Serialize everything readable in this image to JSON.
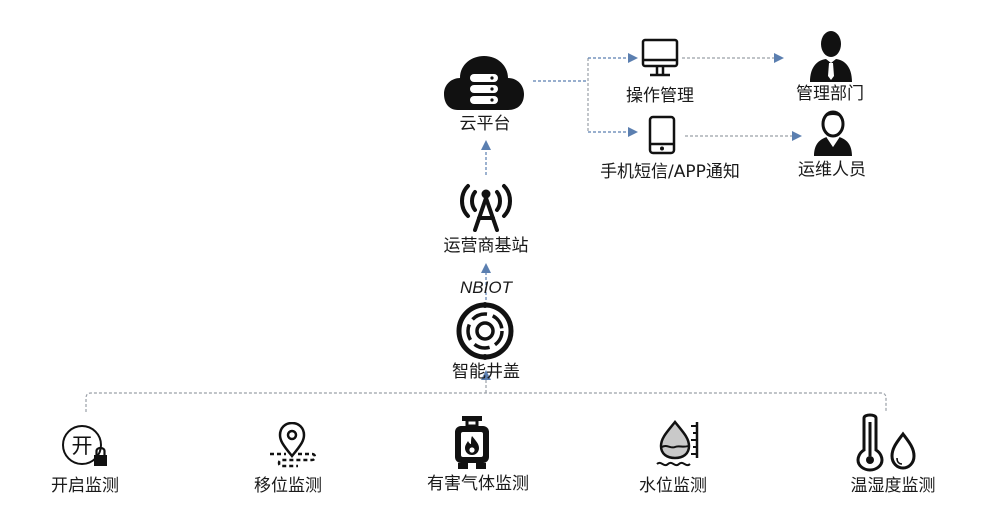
{
  "diagram": {
    "colors": {
      "arrow": "#5b7fb0",
      "line_blue": "#5b7fb0",
      "line_gray": "#9aa0a8",
      "icon": "#111111"
    },
    "nodes": {
      "cloud": {
        "label": "云平台",
        "icon": "cloud-server-icon"
      },
      "operation": {
        "label": "操作管理",
        "icon": "monitor-icon"
      },
      "sms": {
        "label": "手机短信/APP通知",
        "icon": "mobile-phone-icon"
      },
      "management": {
        "label": "管理部门",
        "icon": "manager-person-icon"
      },
      "maintenance": {
        "label": "运维人员",
        "icon": "staff-person-icon"
      },
      "base_station": {
        "label": "运营商基站",
        "icon": "signal-tower-icon"
      },
      "protocol": {
        "label": "NBIOT"
      },
      "manhole": {
        "label": "智能井盖",
        "icon": "manhole-cover-icon"
      }
    },
    "monitors": [
      {
        "label": "开启监测",
        "icon": "open-lock-icon",
        "glyph": "开"
      },
      {
        "label": "移位监测",
        "icon": "location-pin-icon"
      },
      {
        "label": "有害气体监测",
        "icon": "gas-cylinder-icon"
      },
      {
        "label": "水位监测",
        "icon": "water-level-icon"
      },
      {
        "label": "温湿度监测",
        "icon": "thermometer-humidity-icon"
      }
    ]
  }
}
